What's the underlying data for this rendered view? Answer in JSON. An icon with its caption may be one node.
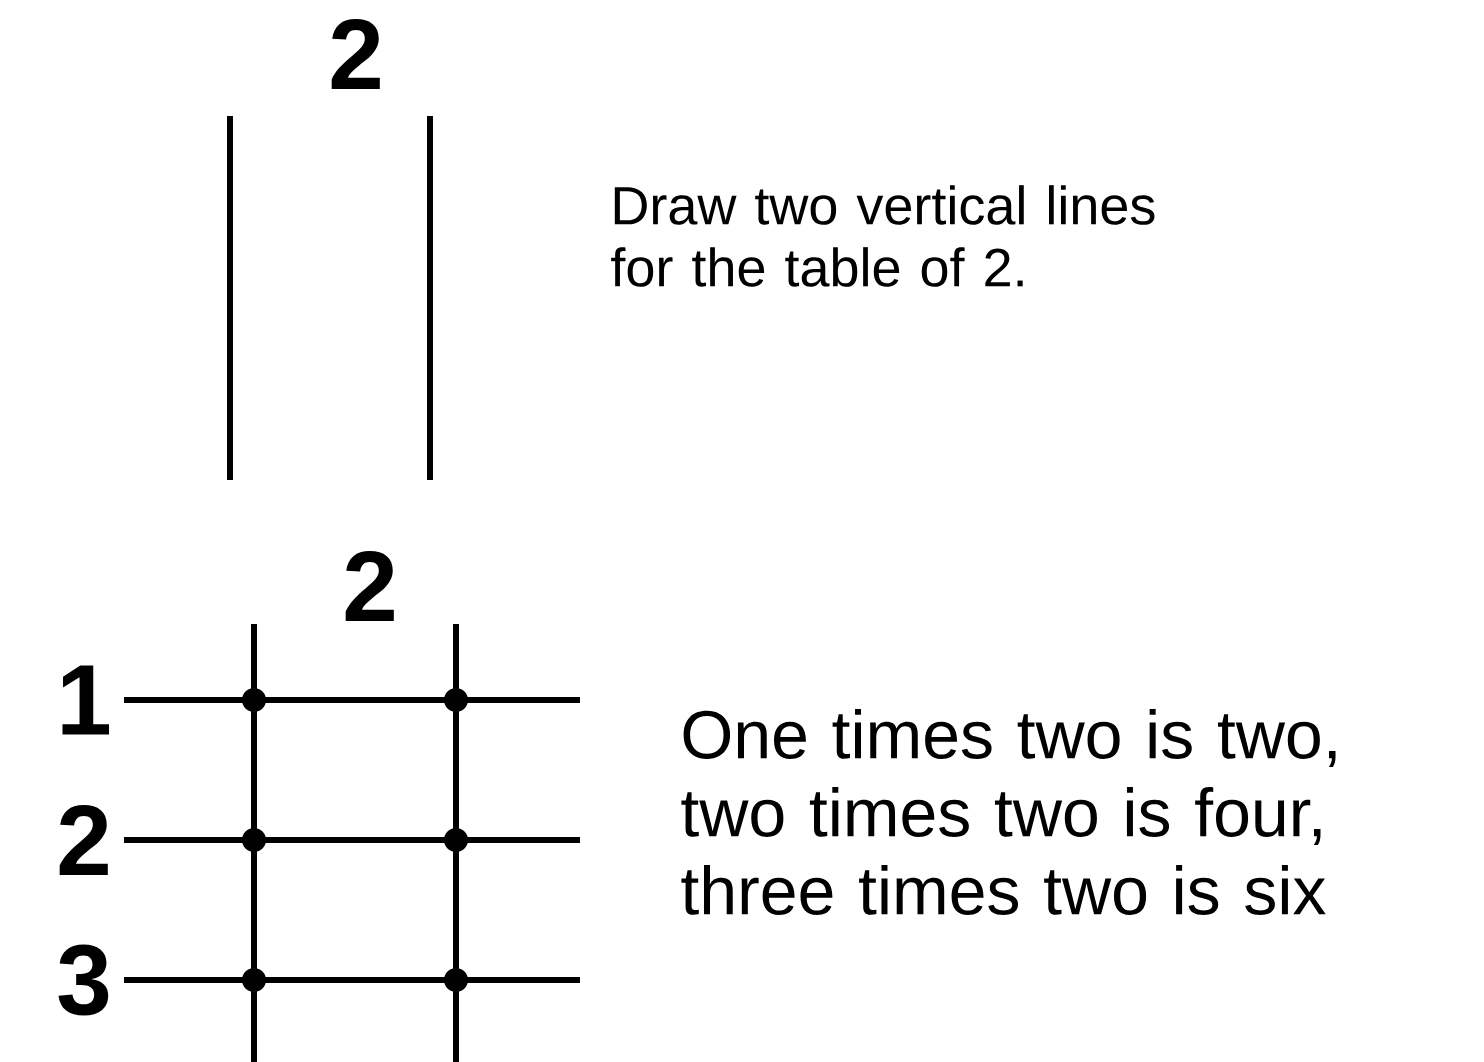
{
  "diagram": {
    "labels": [
      "2",
      "Draw two vertical lines for the table of 2.",
      "2",
      "1",
      "2",
      "3",
      "One times two is two, two times two is four, three times two is six"
    ]
  }
}
